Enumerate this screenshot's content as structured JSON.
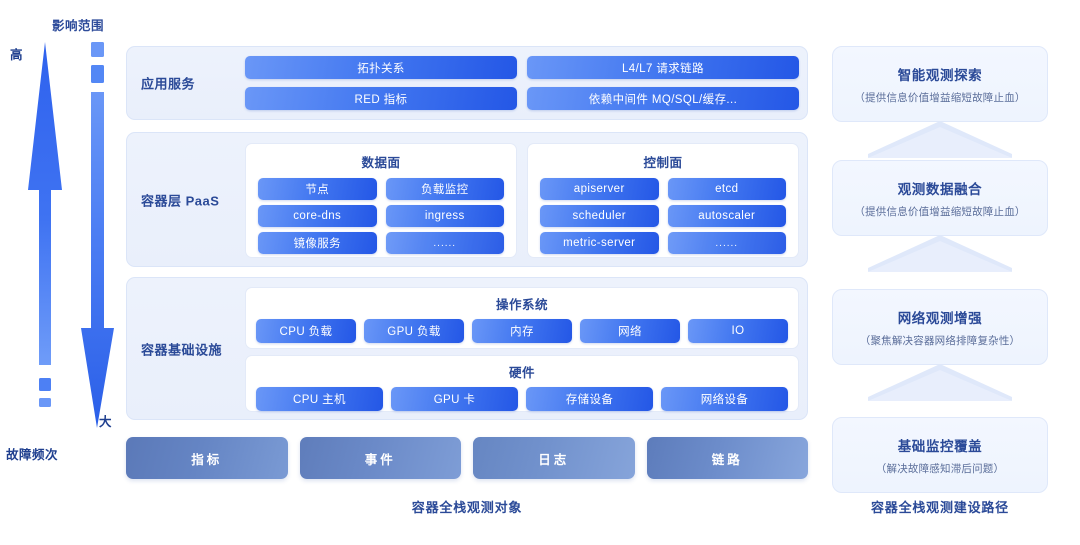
{
  "axis": {
    "impact_title": "影响范围",
    "top_label": "高",
    "bottom_label": "故障频次",
    "down_label": "大"
  },
  "layers": [
    {
      "name": "应用服务",
      "items": [
        "拓扑关系",
        "L4/L7 请求链路",
        "RED 指标",
        "依赖中间件 MQ/SQL/缓存..."
      ]
    },
    {
      "name": "容器层 PaaS",
      "groups": [
        {
          "title": "数据面",
          "items": [
            "节点",
            "负载监控",
            "core-dns",
            "ingress",
            "镜像服务",
            "......"
          ]
        },
        {
          "title": "控制面",
          "items": [
            "apiserver",
            "etcd",
            "scheduler",
            "autoscaler",
            "metric-server",
            "......"
          ]
        }
      ]
    },
    {
      "name": "容器基础设施",
      "os": {
        "title": "操作系统",
        "items": [
          "CPU 负载",
          "GPU 负载",
          "内存",
          "网络",
          "IO"
        ]
      },
      "hardware": {
        "title": "硬件",
        "items": [
          "CPU 主机",
          "GPU 卡",
          "存储设备",
          "网络设备"
        ]
      }
    }
  ],
  "bottom_bar": {
    "items": [
      "指标",
      "事件",
      "日志",
      "链路"
    ],
    "caption": "容器全栈观测对象"
  },
  "path": {
    "caption": "容器全栈观测建设路径",
    "cards": [
      {
        "title": "智能观测探索",
        "subtitle": "（提供信息价值增益缩短故障止血）"
      },
      {
        "title": "观测数据融合",
        "subtitle": "（提供信息价值增益缩短故障止血）"
      },
      {
        "title": "网络观测增强",
        "subtitle": "（聚焦解决容器网络排障复杂性）"
      },
      {
        "title": "基础监控覆盖",
        "subtitle": "（解决故障感知滞后问题）"
      }
    ]
  },
  "colors": {
    "accent": "#2457e6",
    "pill_light": "#6a97f7",
    "panel_bg": "#edf2fc",
    "title_text": "#2b4a98",
    "bottom_pill": "#6585c4"
  }
}
